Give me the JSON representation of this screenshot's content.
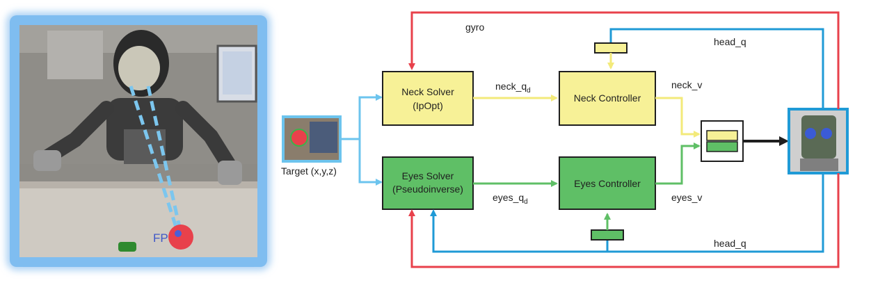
{
  "photo": {
    "fp_label": "FP"
  },
  "diagram": {
    "target_label": "Target (x,y,z)",
    "neck_solver": {
      "line1": "Neck Solver",
      "line2": "(IpOpt)"
    },
    "eyes_solver": {
      "line1": "Eyes Solver",
      "line2": "(Pseudoinverse)"
    },
    "neck_controller": "Neck Controller",
    "eyes_controller": "Eyes Controller",
    "signals": {
      "gyro": "gyro",
      "head_q_top": "head_q",
      "head_q_bottom": "head_q",
      "neck_q": "neck_q",
      "neck_q_sub": "d",
      "eyes_q": "eyes_q",
      "eyes_q_sub": "d",
      "neck_v": "neck_v",
      "eyes_v": "eyes_v"
    },
    "colors": {
      "yellow": "#f7f197",
      "green": "#5fbf66",
      "red": "#e8414b",
      "blue": "#1f9ad6",
      "light_blue": "#6cc4ee",
      "arrow_yellow": "#f3ea7a",
      "arrow_green": "#5fbf66"
    }
  }
}
